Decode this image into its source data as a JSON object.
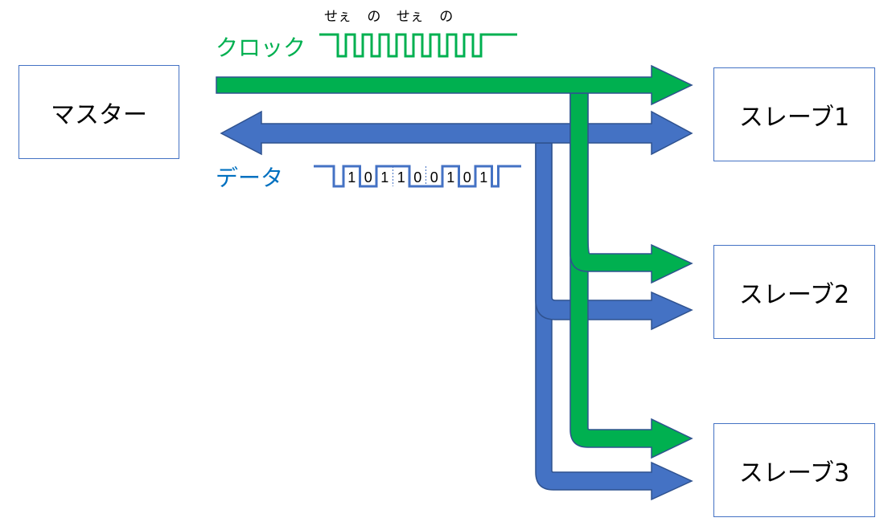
{
  "master": "マスター",
  "slaves": [
    "スレーブ1",
    "スレーブ2",
    "スレーブ3"
  ],
  "clock_label": "クロック",
  "data_label": "データ",
  "sync_text": "せぇ の せぇ の",
  "data_bits": [
    "1",
    "0",
    "1",
    "1",
    "0",
    "0",
    "1",
    "0",
    "1"
  ],
  "colors": {
    "clock": "#00b050",
    "data": "#4472c4",
    "data_text": "#0070c0"
  }
}
